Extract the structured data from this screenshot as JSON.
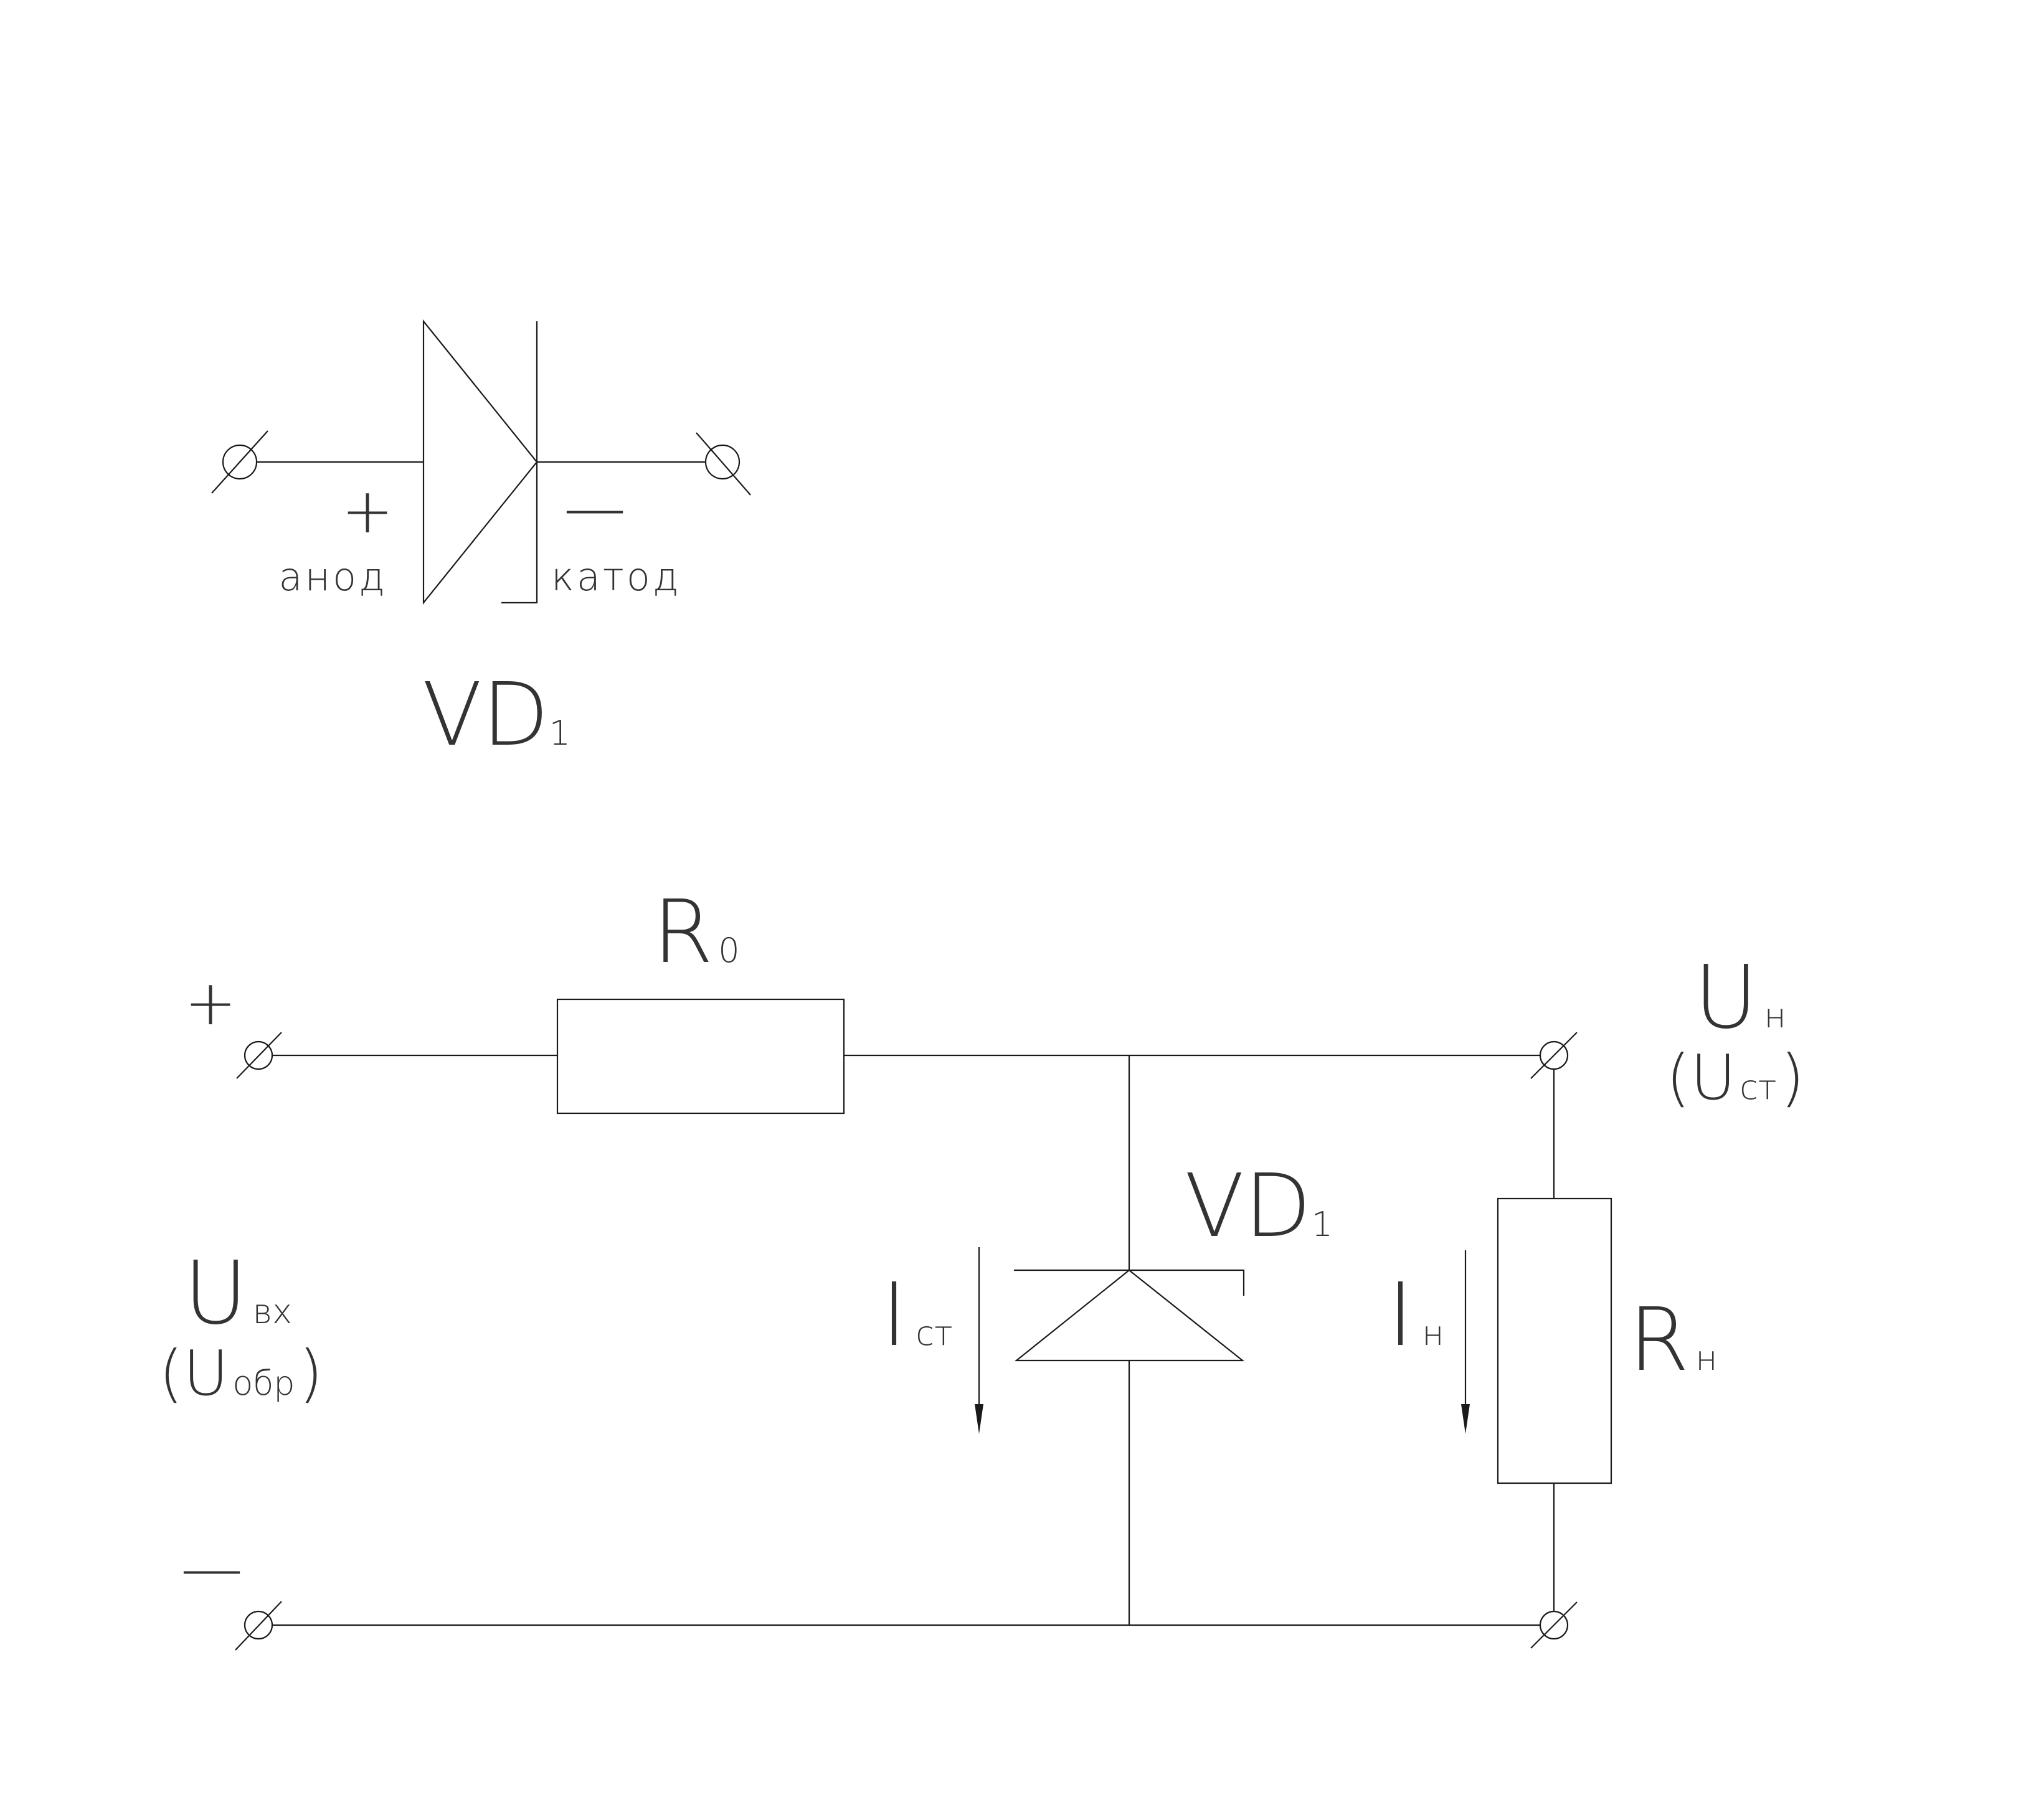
{
  "diode_symbol": {
    "plus": "+",
    "minus": "—",
    "anode": "анод",
    "cathode": "катод",
    "ref_main": "VD",
    "ref_sub": "1"
  },
  "circuit": {
    "input_plus": "+",
    "input_minus": "—",
    "r0_main": "R",
    "r0_sub": "0",
    "vd_main": "VD",
    "vd_sub": "1",
    "uin_main": "U",
    "uin_sub": "вх",
    "urev_open": "(U",
    "urev_sub": "обр",
    "urev_close": ")",
    "ist_main": "I",
    "ist_sub": "ст",
    "in_main": "I",
    "in_sub": "н",
    "rn_main": "R",
    "rn_sub": "н",
    "un_main": "U",
    "un_sub": "н",
    "ust_open": "(U",
    "ust_sub": "ст",
    "ust_close": ")"
  }
}
